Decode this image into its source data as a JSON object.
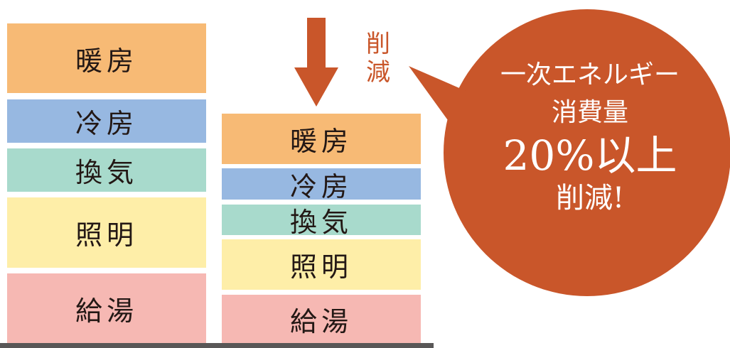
{
  "before": {
    "items": [
      "暖房",
      "冷房",
      "換気",
      "照明",
      "給湯"
    ]
  },
  "after": {
    "items": [
      "暖房",
      "冷房",
      "換気",
      "照明",
      "給湯"
    ]
  },
  "arrow_label": [
    "削",
    "減"
  ],
  "bubble": {
    "line1": "一次エネルギー",
    "line2": "消費量",
    "line3": "20%以上",
    "line4": "削減!"
  },
  "colors": {
    "heating": "#F7BA75",
    "cooling": "#97B8E1",
    "ventilation": "#A8DACC",
    "lighting": "#FEEEA8",
    "hot_water": "#F6B8B3",
    "accent": "#C9562A"
  }
}
